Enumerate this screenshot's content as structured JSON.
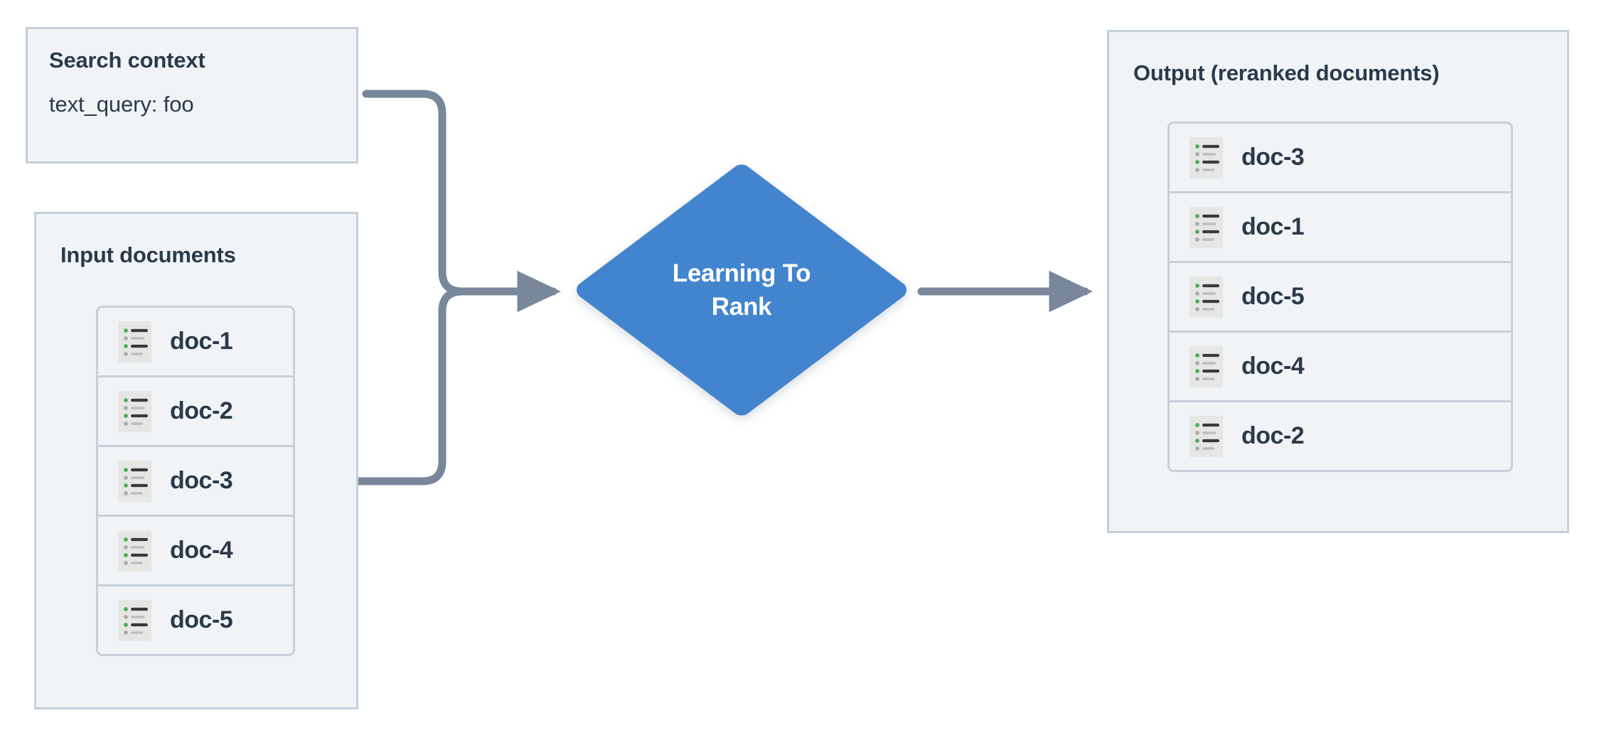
{
  "diagram": {
    "title_semantic": "learning-to-rank-reranking-flow",
    "colors": {
      "panel_fill": "#f1f4f6",
      "panel_border": "#c5d0da",
      "text": "#2b3a4a",
      "node_fill": "#4384ce",
      "node_text": "#ffffff",
      "connector": "#78879a",
      "icon_bullet_green": "#4caf50",
      "icon_bullet_gray": "#aaaaaa",
      "icon_line_dark": "#3a3a3a",
      "icon_line_light": "#bdbdbd",
      "icon_page": "#e6e6e4"
    }
  },
  "search_context": {
    "title": "Search context",
    "field_line": "text_query: foo"
  },
  "input_documents": {
    "title": "Input documents",
    "items": [
      {
        "label": "doc-1",
        "icon": "document-list-icon"
      },
      {
        "label": "doc-2",
        "icon": "document-list-icon"
      },
      {
        "label": "doc-3",
        "icon": "document-list-icon"
      },
      {
        "label": "doc-4",
        "icon": "document-list-icon"
      },
      {
        "label": "doc-5",
        "icon": "document-list-icon"
      }
    ]
  },
  "process_node": {
    "shape": "diamond",
    "label_line1": "Learning To",
    "label_line2": "Rank"
  },
  "output_documents": {
    "title": "Output (reranked documents)",
    "items": [
      {
        "label": "doc-3",
        "icon": "document-list-icon"
      },
      {
        "label": "doc-1",
        "icon": "document-list-icon"
      },
      {
        "label": "doc-5",
        "icon": "document-list-icon"
      },
      {
        "label": "doc-4",
        "icon": "document-list-icon"
      },
      {
        "label": "doc-2",
        "icon": "document-list-icon"
      }
    ]
  },
  "connectors": [
    {
      "name": "search-context-to-ltr",
      "from": "search-context-panel",
      "to": "ltr-node",
      "style": "elbow-arrow"
    },
    {
      "name": "input-documents-to-ltr",
      "from": "input-documents-panel",
      "to": "ltr-node",
      "style": "elbow-arrow"
    },
    {
      "name": "ltr-to-output",
      "from": "ltr-node",
      "to": "output-panel",
      "style": "straight-arrow"
    }
  ]
}
